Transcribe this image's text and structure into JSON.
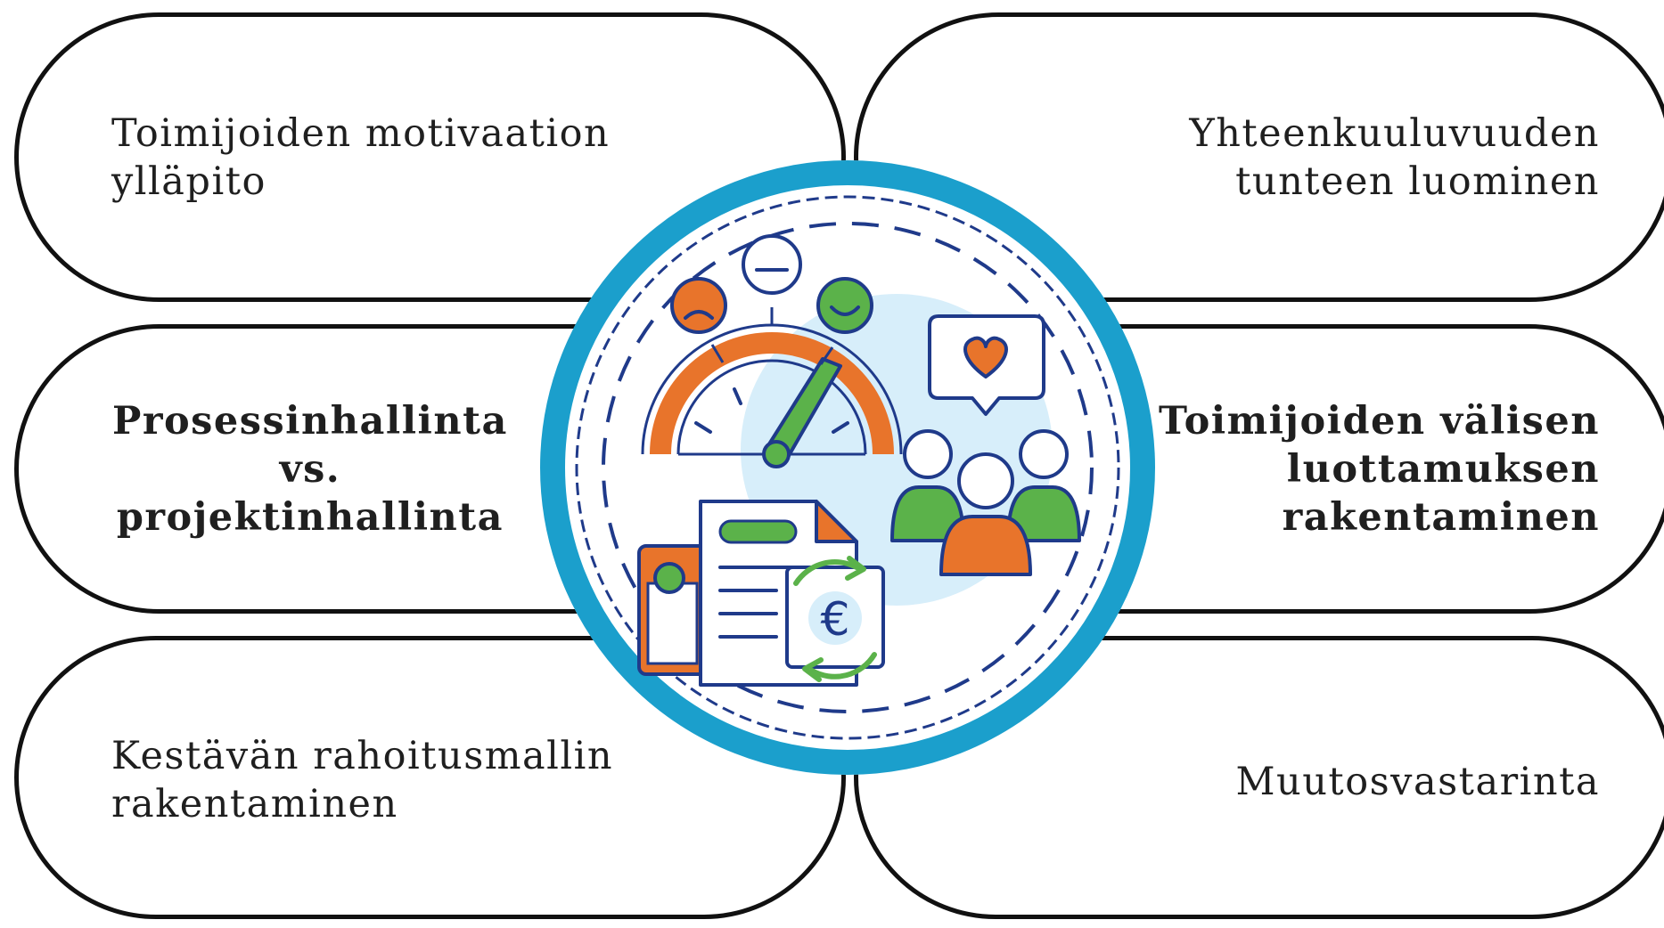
{
  "items": {
    "top_left": "Toimijoiden motivaation\nylläpito",
    "top_right": "Yhteenkuuluvuuden\ntunteen luominen",
    "middle_left": "Prosessinhallinta\nvs.\nprojektinhallinta",
    "middle_right": "Toimijoiden välisen\nluottamuksen\nrakentaminen",
    "bottom_left": "Kestävän rahoitusmallin\nrakentaminen",
    "bottom_right": "Muutosvastarinta"
  },
  "center": {
    "currency_symbol": "€",
    "icons": [
      "sad-face-icon",
      "neutral-face-icon",
      "happy-face-icon",
      "gauge-icon",
      "heart-speech-bubble-icon",
      "people-group-icon",
      "document-icon",
      "euro-cycle-icon",
      "photo-icon"
    ]
  },
  "colors": {
    "outline": "#111111",
    "ring": "#1b9fcc",
    "navy": "#1f3a8a",
    "orange": "#e8742b",
    "green": "#5bb24a",
    "light_blue": "#d7eefa"
  }
}
